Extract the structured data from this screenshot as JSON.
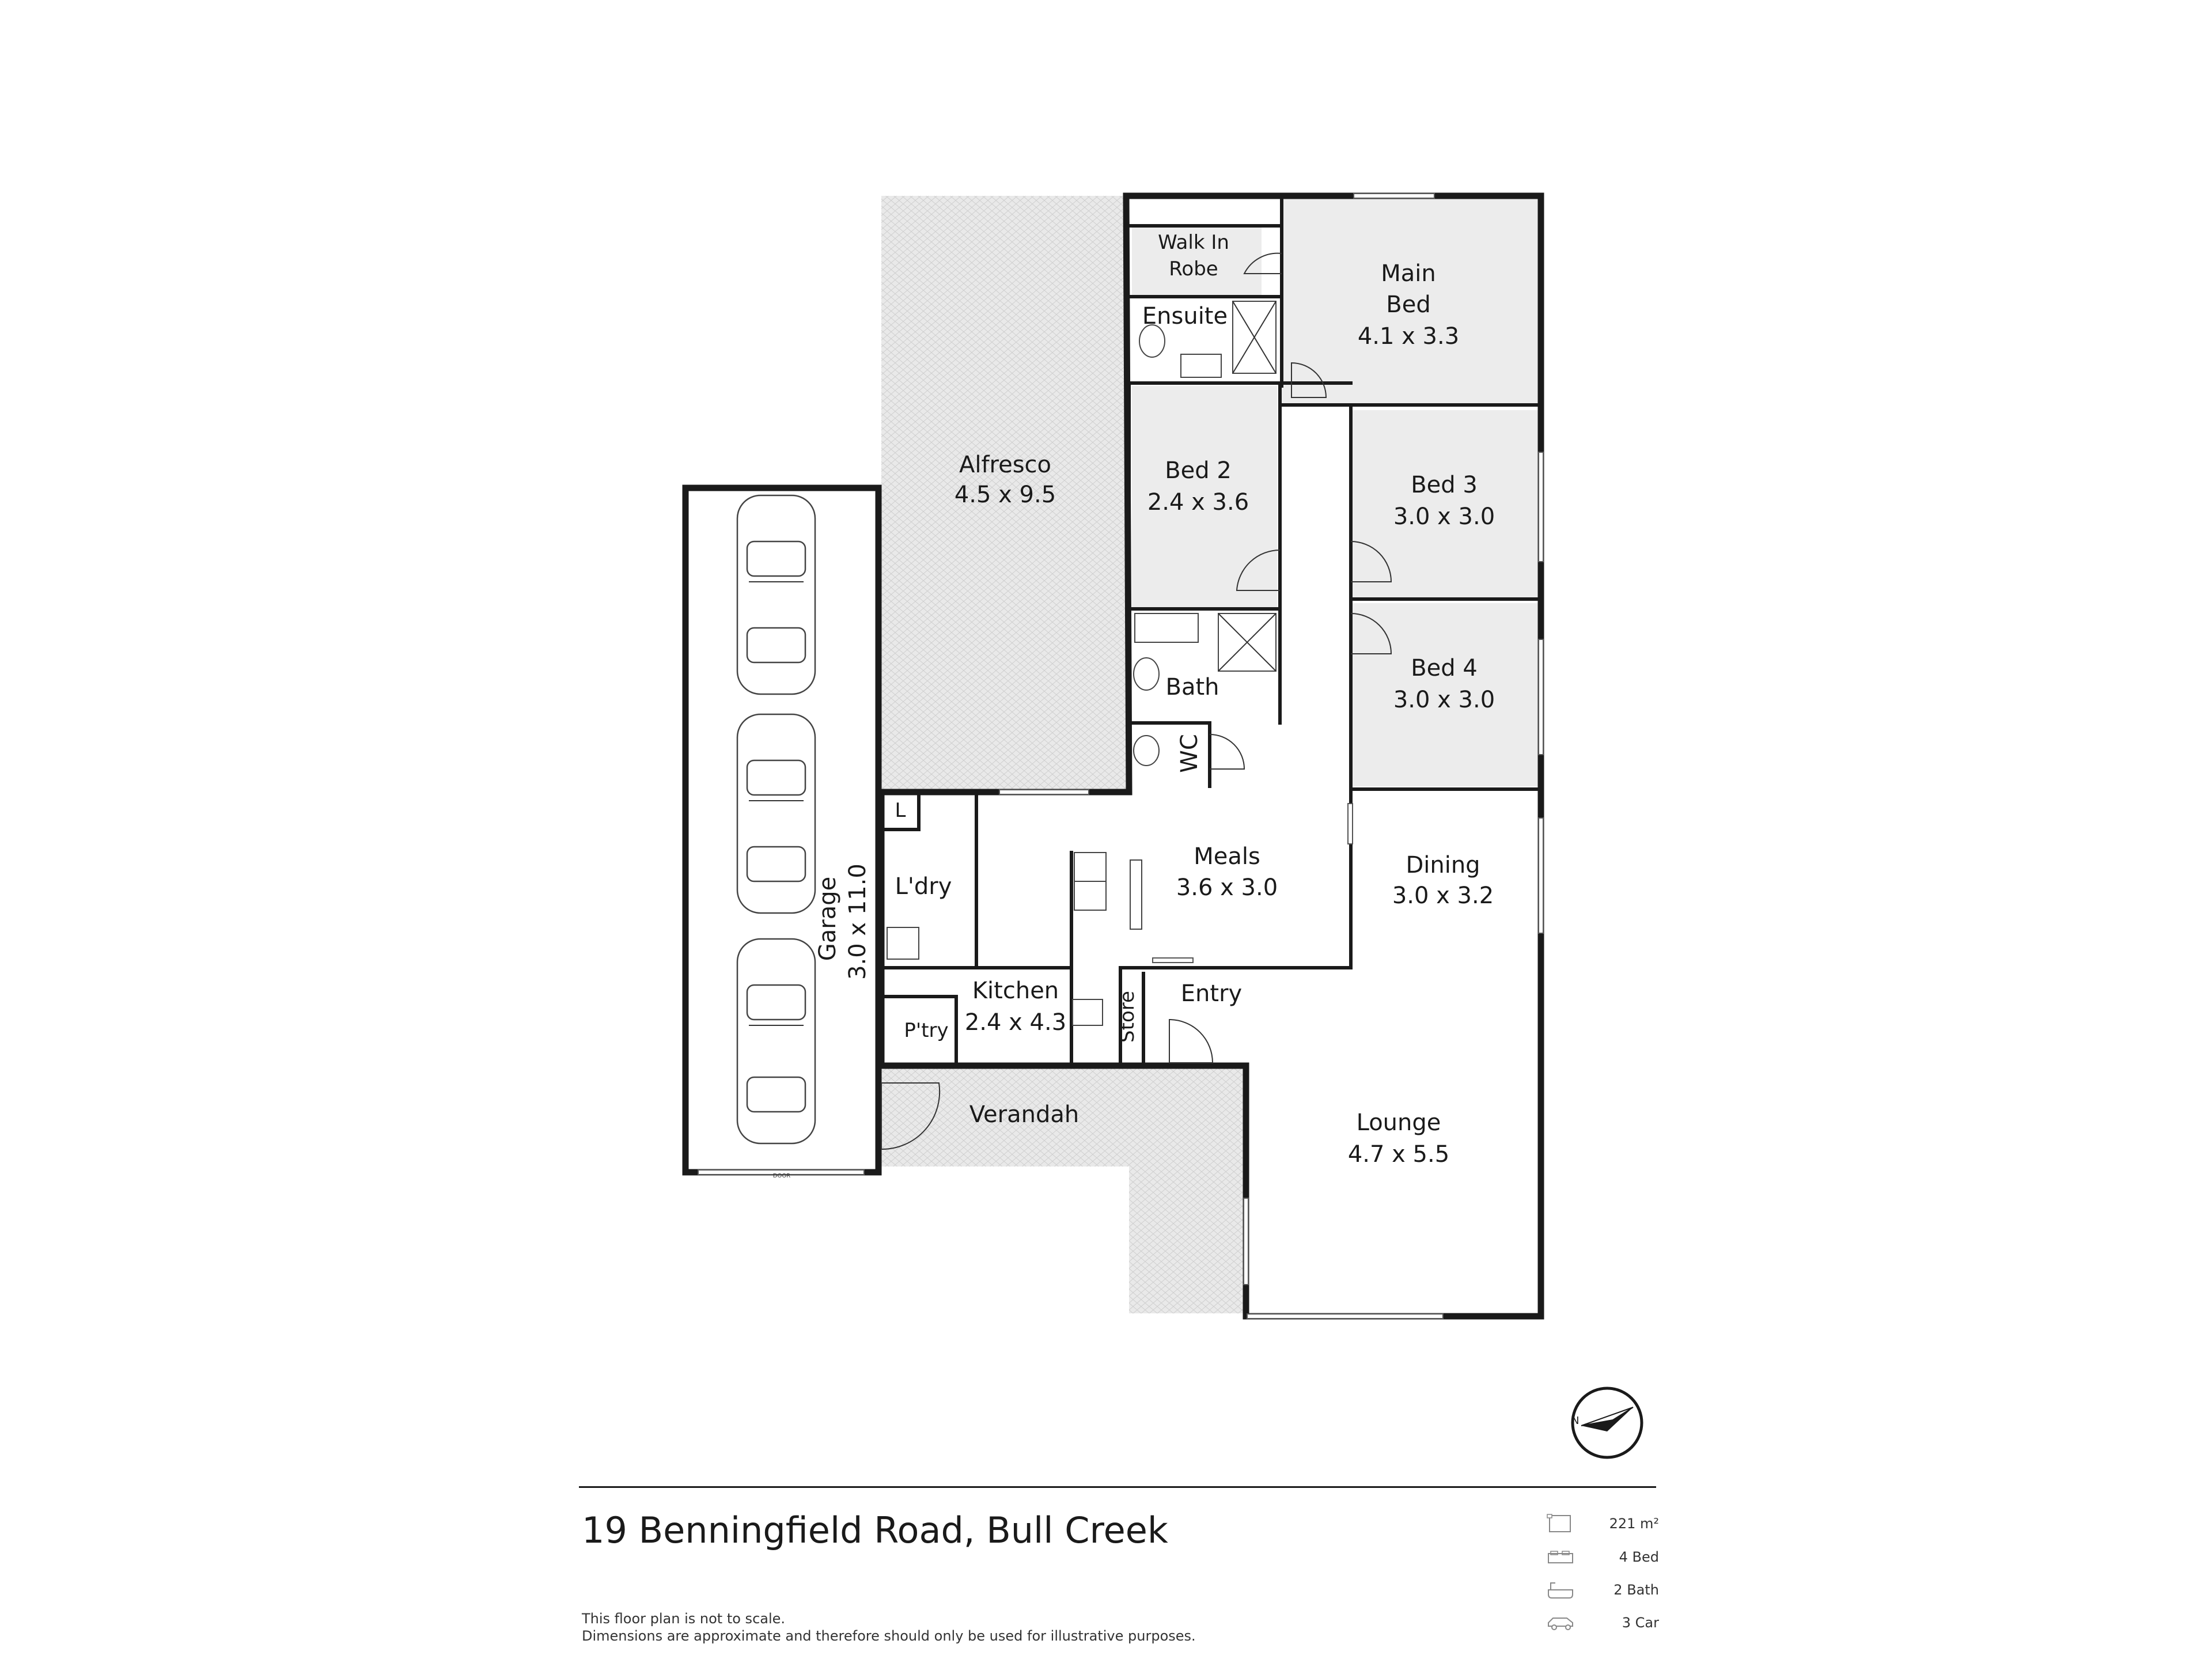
{
  "rooms": {
    "walk_in_robe": {
      "line1": "Walk In",
      "line2": "Robe"
    },
    "ensuite": {
      "name": "Ensuite"
    },
    "main_bed": {
      "line1": "Main",
      "line2": "Bed",
      "dims": "4.1 x 3.3"
    },
    "alfresco": {
      "name": "Alfresco",
      "dims": "4.5 x 9.5"
    },
    "bed2": {
      "name": "Bed 2",
      "dims": "2.4 x 3.6"
    },
    "bed3": {
      "name": "Bed 3",
      "dims": "3.0 x 3.0"
    },
    "bed4": {
      "name": "Bed 4",
      "dims": "3.0 x 3.0"
    },
    "bath": {
      "name": "Bath"
    },
    "wc": {
      "name": "WC"
    },
    "linen": {
      "name": "L"
    },
    "laundry": {
      "name": "L'dry"
    },
    "meals": {
      "name": "Meals",
      "dims": "3.6 x 3.0"
    },
    "dining": {
      "name": "Dining",
      "dims": "3.0 x 3.2"
    },
    "kitchen": {
      "name": "Kitchen",
      "dims": "2.4 x 4.3"
    },
    "pantry": {
      "name": "P'try"
    },
    "store": {
      "name": "Store"
    },
    "entry": {
      "name": "Entry"
    },
    "garage": {
      "name": "Garage",
      "dims": "3.0 x 11.0",
      "door_label": "DOOR"
    },
    "verandah": {
      "name": "Verandah"
    },
    "lounge": {
      "name": "Lounge",
      "dims": "4.7 x 5.5"
    }
  },
  "compass": {
    "letter": "N"
  },
  "footer": {
    "address": "19 Benningfield Road, Bull Creek",
    "disclaimer_line1": "This floor plan is not to scale.",
    "disclaimer_line2": "Dimensions are approximate and therefore should only be used for illustrative purposes."
  },
  "stats": [
    {
      "icon": "floor-area-icon",
      "text": "221 m²"
    },
    {
      "icon": "bed-icon",
      "text": "4 Bed"
    },
    {
      "icon": "bath-icon",
      "text": "2 Bath"
    },
    {
      "icon": "car-icon",
      "text": "3 Car"
    }
  ],
  "colors": {
    "wall": "#1a1a1a",
    "room_fill": "#ececec",
    "outdoor_fill": "#e4e4e4"
  }
}
